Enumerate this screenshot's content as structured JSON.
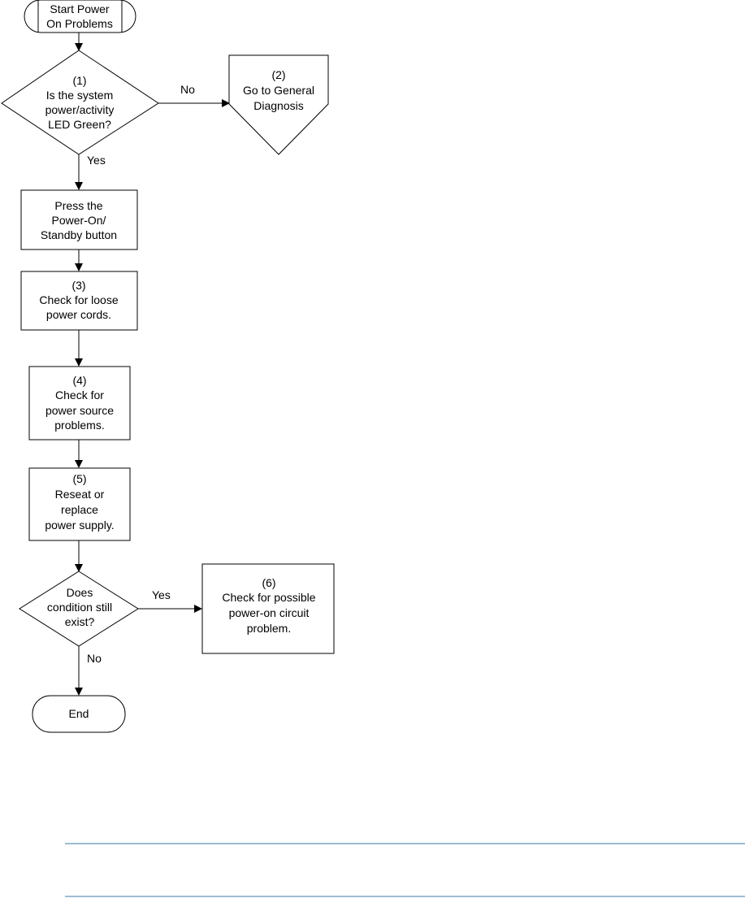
{
  "flowchart": {
    "nodes": {
      "start": {
        "lines": [
          "Start Power",
          "On Problems"
        ]
      },
      "decision1": {
        "lines": [
          "(1)",
          "Is the system",
          "power/activity",
          "LED Green?"
        ]
      },
      "offpage2": {
        "lines": [
          "(2)",
          "Go to General",
          "Diagnosis"
        ]
      },
      "press": {
        "lines": [
          "Press the",
          "Power-On/",
          "Standby button"
        ]
      },
      "step3": {
        "lines": [
          "(3)",
          "Check for loose",
          "power cords."
        ]
      },
      "step4": {
        "lines": [
          "(4)",
          "Check for",
          "power source",
          "problems."
        ]
      },
      "step5": {
        "lines": [
          "(5)",
          "Reseat or",
          "replace",
          "power supply."
        ]
      },
      "decision2": {
        "lines": [
          "Does",
          "condition still",
          "exist?"
        ]
      },
      "step6": {
        "lines": [
          "(6)",
          "Check for possible",
          "power-on circuit",
          "problem."
        ]
      },
      "end": {
        "lines": [
          "End"
        ]
      }
    },
    "edges": {
      "d1_no": "No",
      "d1_yes": "Yes",
      "d2_yes": "Yes",
      "d2_no": "No"
    }
  },
  "colors": {
    "rule_lines": "#3d7aa6"
  }
}
